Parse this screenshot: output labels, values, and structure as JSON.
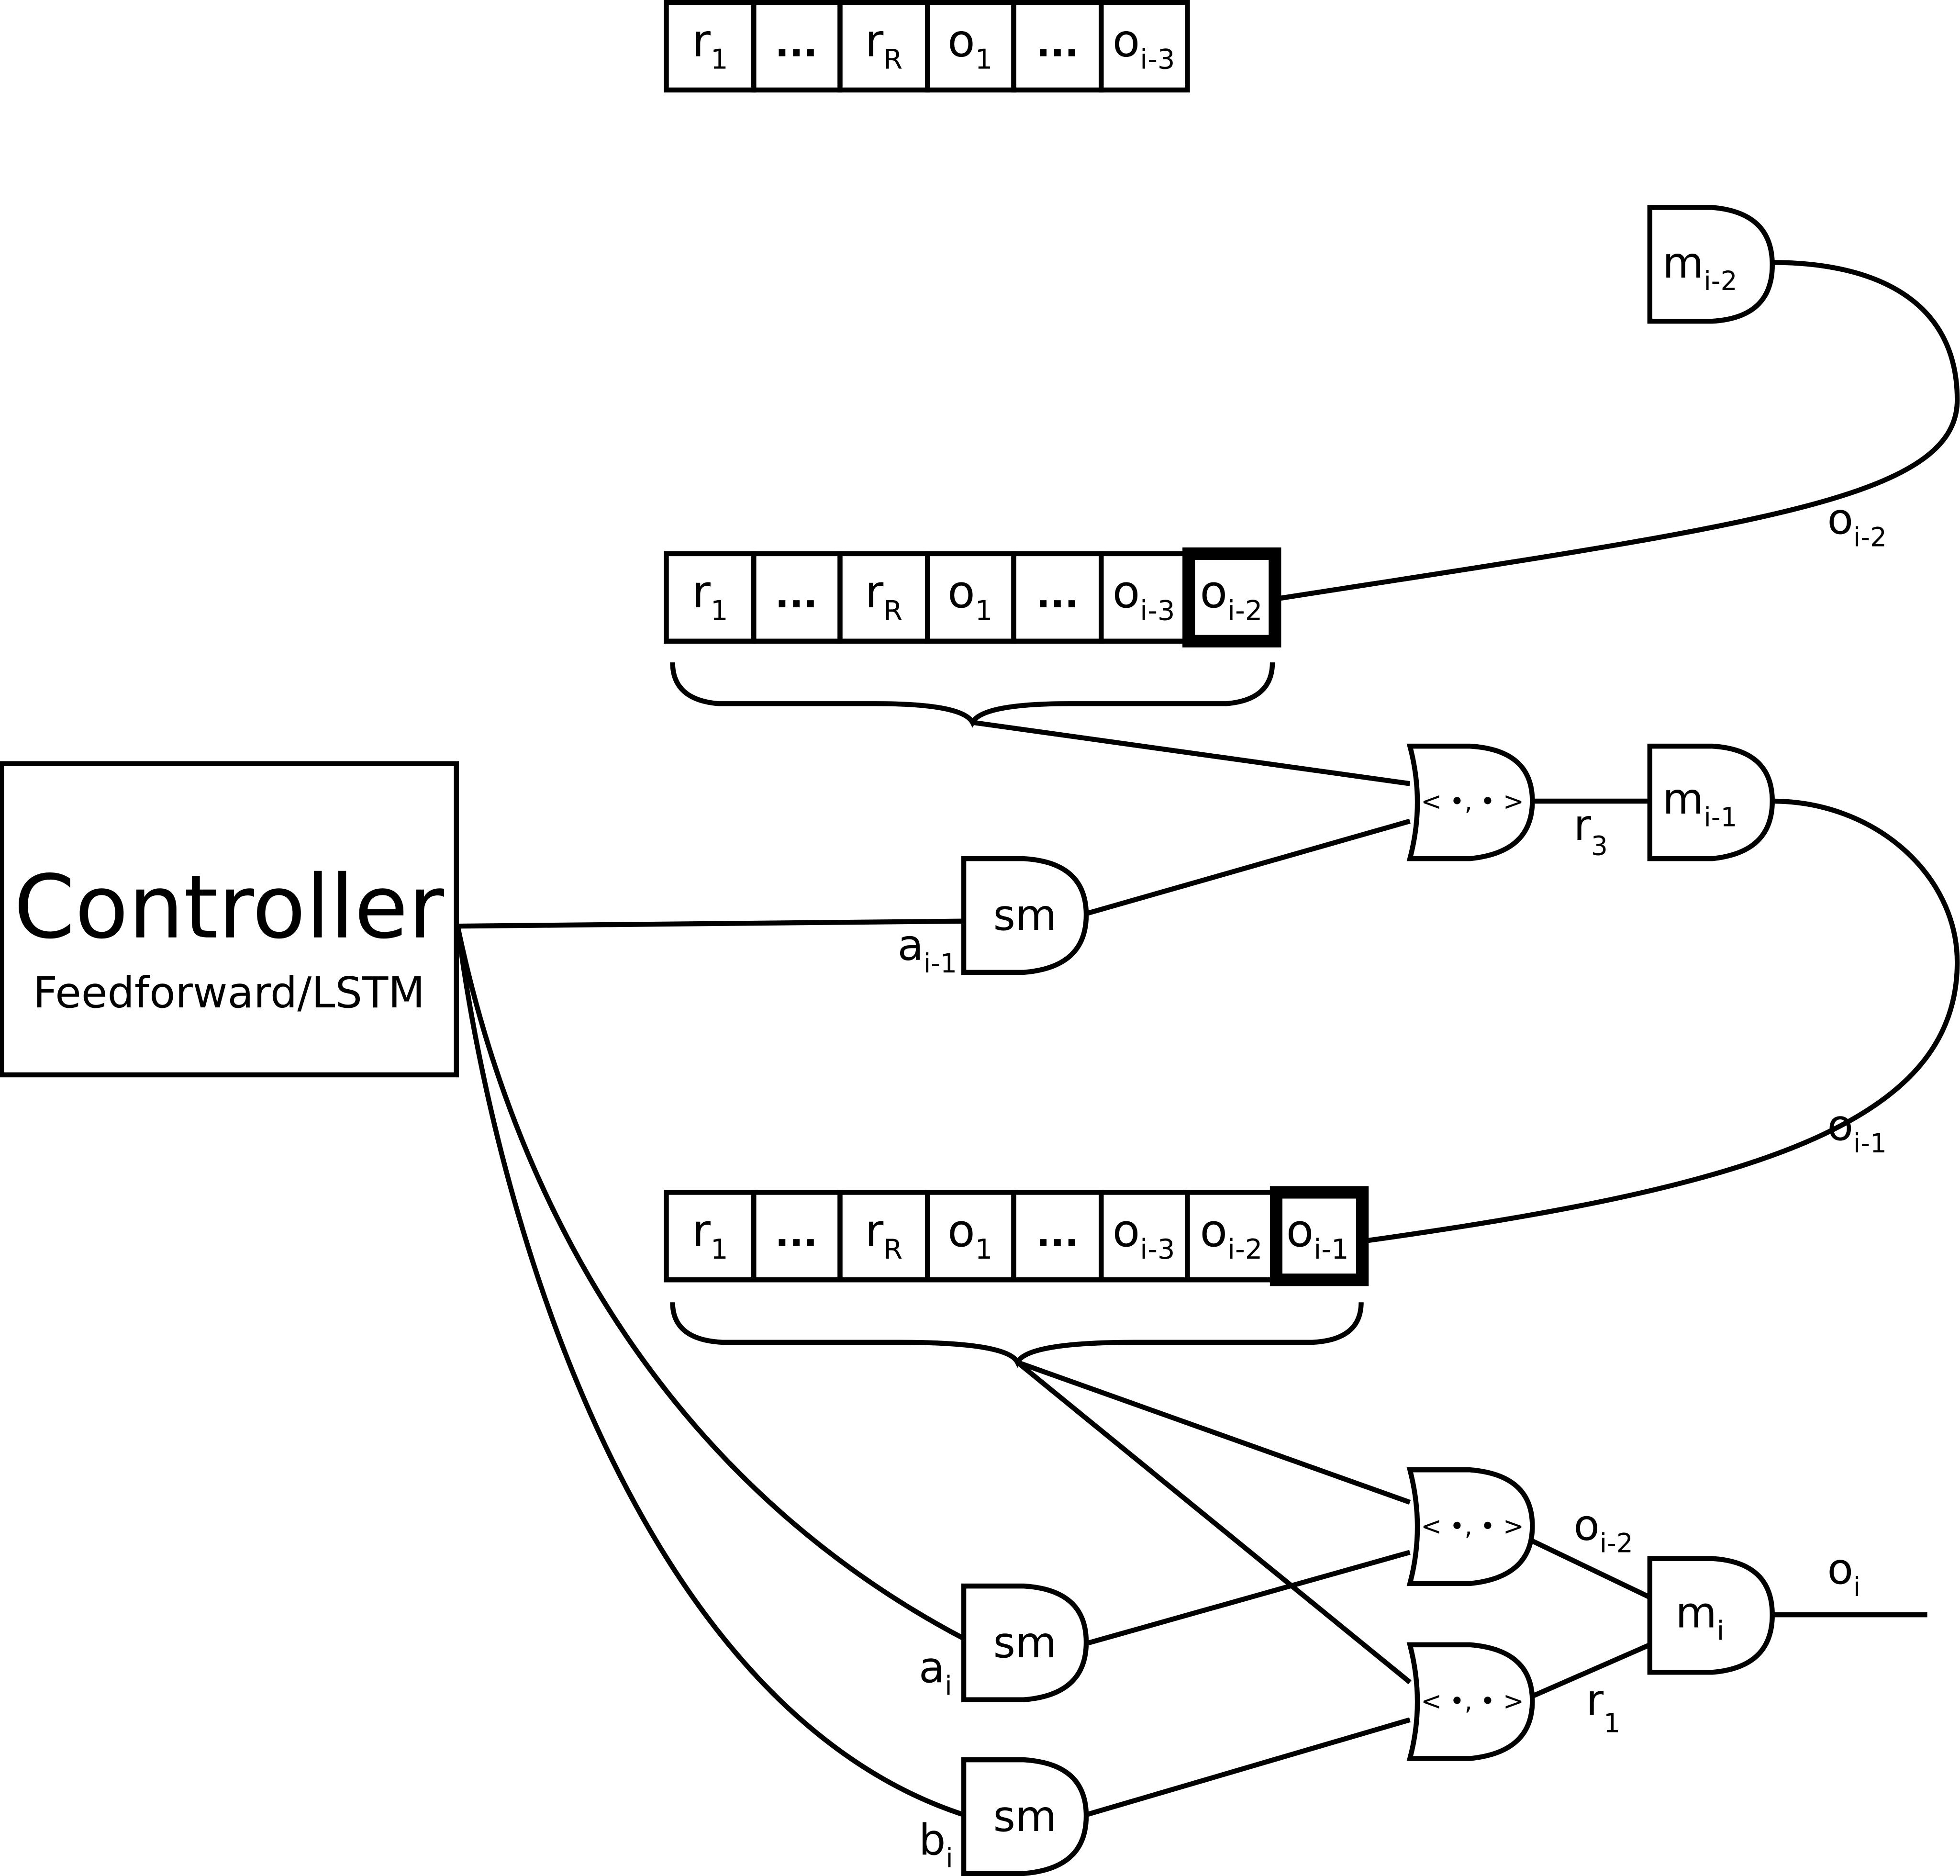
{
  "controller": {
    "title": "Controller",
    "subtitle": "Feedforward/LSTM"
  },
  "memory_rows": [
    {
      "cells": [
        {
          "base": "r",
          "sub": "1"
        },
        {
          "base": "...",
          "sub": ""
        },
        {
          "base": "r",
          "sub": "R"
        },
        {
          "base": "o",
          "sub": "1"
        },
        {
          "base": "...",
          "sub": ""
        },
        {
          "base": "o",
          "sub": "i-3"
        }
      ],
      "highlighted_cell": null
    },
    {
      "cells": [
        {
          "base": "r",
          "sub": "1"
        },
        {
          "base": "...",
          "sub": ""
        },
        {
          "base": "r",
          "sub": "R"
        },
        {
          "base": "o",
          "sub": "1"
        },
        {
          "base": "...",
          "sub": ""
        },
        {
          "base": "o",
          "sub": "i-3"
        },
        {
          "base": "o",
          "sub": "i-2"
        }
      ],
      "highlighted_cell": 6
    },
    {
      "cells": [
        {
          "base": "r",
          "sub": "1"
        },
        {
          "base": "...",
          "sub": ""
        },
        {
          "base": "r",
          "sub": "R"
        },
        {
          "base": "o",
          "sub": "1"
        },
        {
          "base": "...",
          "sub": ""
        },
        {
          "base": "o",
          "sub": "i-3"
        },
        {
          "base": "o",
          "sub": "i-2"
        },
        {
          "base": "o",
          "sub": "i-1"
        }
      ],
      "highlighted_cell": 7
    }
  ],
  "gates": {
    "merge_prev2": {
      "base": "m",
      "sub": "i-2"
    },
    "merge_prev1": {
      "base": "m",
      "sub": "i-1"
    },
    "merge_cur": {
      "base": "m",
      "sub": "i"
    },
    "softmax_label": "sm",
    "inner_product_label": "< •, • >"
  },
  "edge_labels": {
    "o_i_minus_2_top": {
      "base": "o",
      "sub": "i-2"
    },
    "r3": {
      "base": "r",
      "sub": "3"
    },
    "o_i_minus_1": {
      "base": "o",
      "sub": "i-1"
    },
    "a_i_minus_1": {
      "base": "a",
      "sub": "i-1"
    },
    "o_i_minus_2_bottom": {
      "base": "o",
      "sub": "i-2"
    },
    "r1": {
      "base": "r",
      "sub": "1"
    },
    "o_i": {
      "base": "o",
      "sub": "i"
    },
    "a_i": {
      "base": "a",
      "sub": "i"
    },
    "b_i": {
      "base": "b",
      "sub": "i"
    }
  }
}
